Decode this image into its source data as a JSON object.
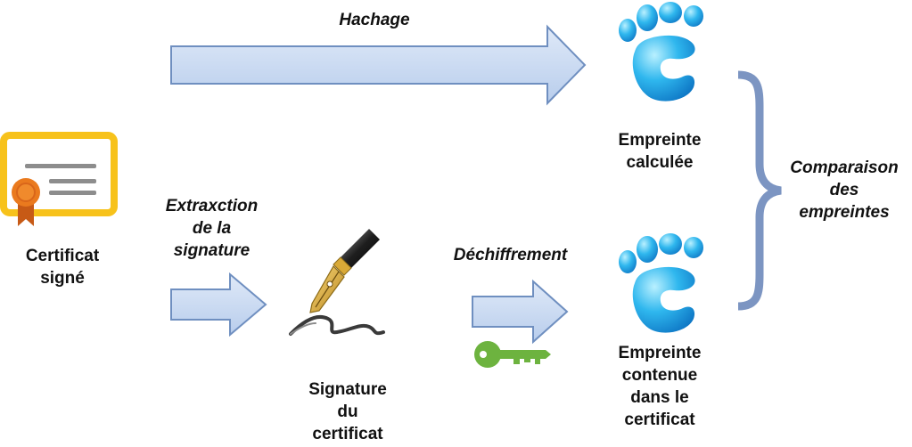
{
  "labels": {
    "hashing": "Hachage",
    "extraction": [
      "Extraxction",
      "de la",
      "signature"
    ],
    "decryption": "Déchiffrement",
    "certificate": [
      "Certificat",
      "signé"
    ],
    "signature": [
      "Signature",
      "du",
      "certificat"
    ],
    "computed_fingerprint": [
      "Empreinte",
      "calculée"
    ],
    "contained_fingerprint": [
      "Empreinte",
      "contenue",
      "dans le",
      "certificat"
    ],
    "comparison": [
      "Comparaison",
      "des",
      "empreintes"
    ]
  },
  "colors": {
    "arrow_fill": "#c9d9f0",
    "arrow_stroke": "#6f8fc0",
    "brace": "#7c95c2",
    "certificate_frame": "#f7c21b",
    "rosette": "#ea7a1e",
    "key": "#6db33f",
    "fingerprint": "#1aa9e8"
  },
  "icons": {
    "certificate": "certificate-icon",
    "pen": "fountain-pen-icon",
    "key": "key-icon",
    "fingerprint": "footprint-icon"
  }
}
